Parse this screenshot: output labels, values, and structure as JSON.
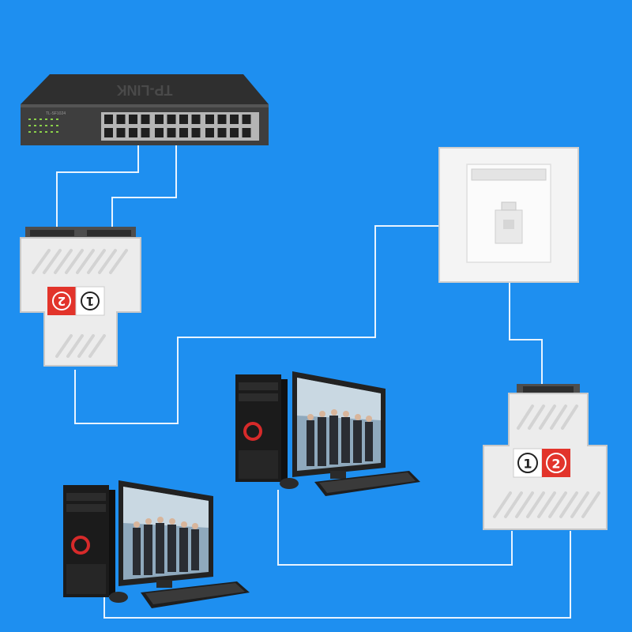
{
  "switch": {
    "brand": "TP-LINK",
    "model": "TL-SF1024",
    "port_count": 24
  },
  "splitters": [
    {
      "id": "top-left",
      "port_labels": [
        "2",
        "1"
      ],
      "badge_colors": [
        "#e2342b",
        "#ffffff"
      ]
    },
    {
      "id": "bottom-right",
      "port_labels": [
        "1",
        "2"
      ],
      "badge_colors": [
        "#ffffff",
        "#e2342b"
      ]
    }
  ],
  "colors": {
    "background": "#1e8ff0",
    "cable": "#e8f3ff",
    "red_badge": "#e2342b",
    "device_white": "#f2f2f2",
    "switch_body": "#3b3b3b"
  },
  "icons": {
    "switch": "network-switch-icon",
    "wall_plate": "ethernet-wall-plate-icon",
    "splitter": "rj45-splitter-icon",
    "computer": "desktop-computer-icon"
  }
}
